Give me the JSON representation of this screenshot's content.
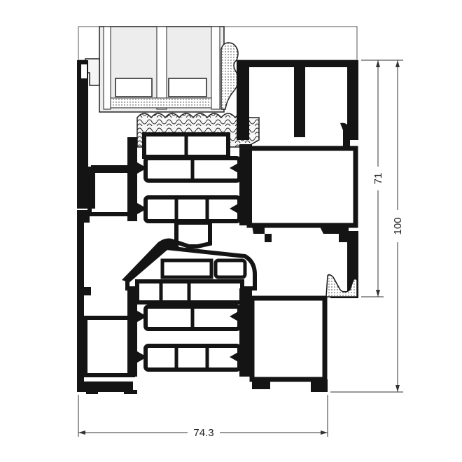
{
  "dimensions": {
    "overall_width": "74.3",
    "overall_height": "100",
    "sash_height": "71"
  },
  "colors": {
    "profile": "#141414",
    "insulation": "#ffffff",
    "glass_frame": "#f2f2f2",
    "dimension_line": "#333333",
    "background": "#ffffff"
  }
}
